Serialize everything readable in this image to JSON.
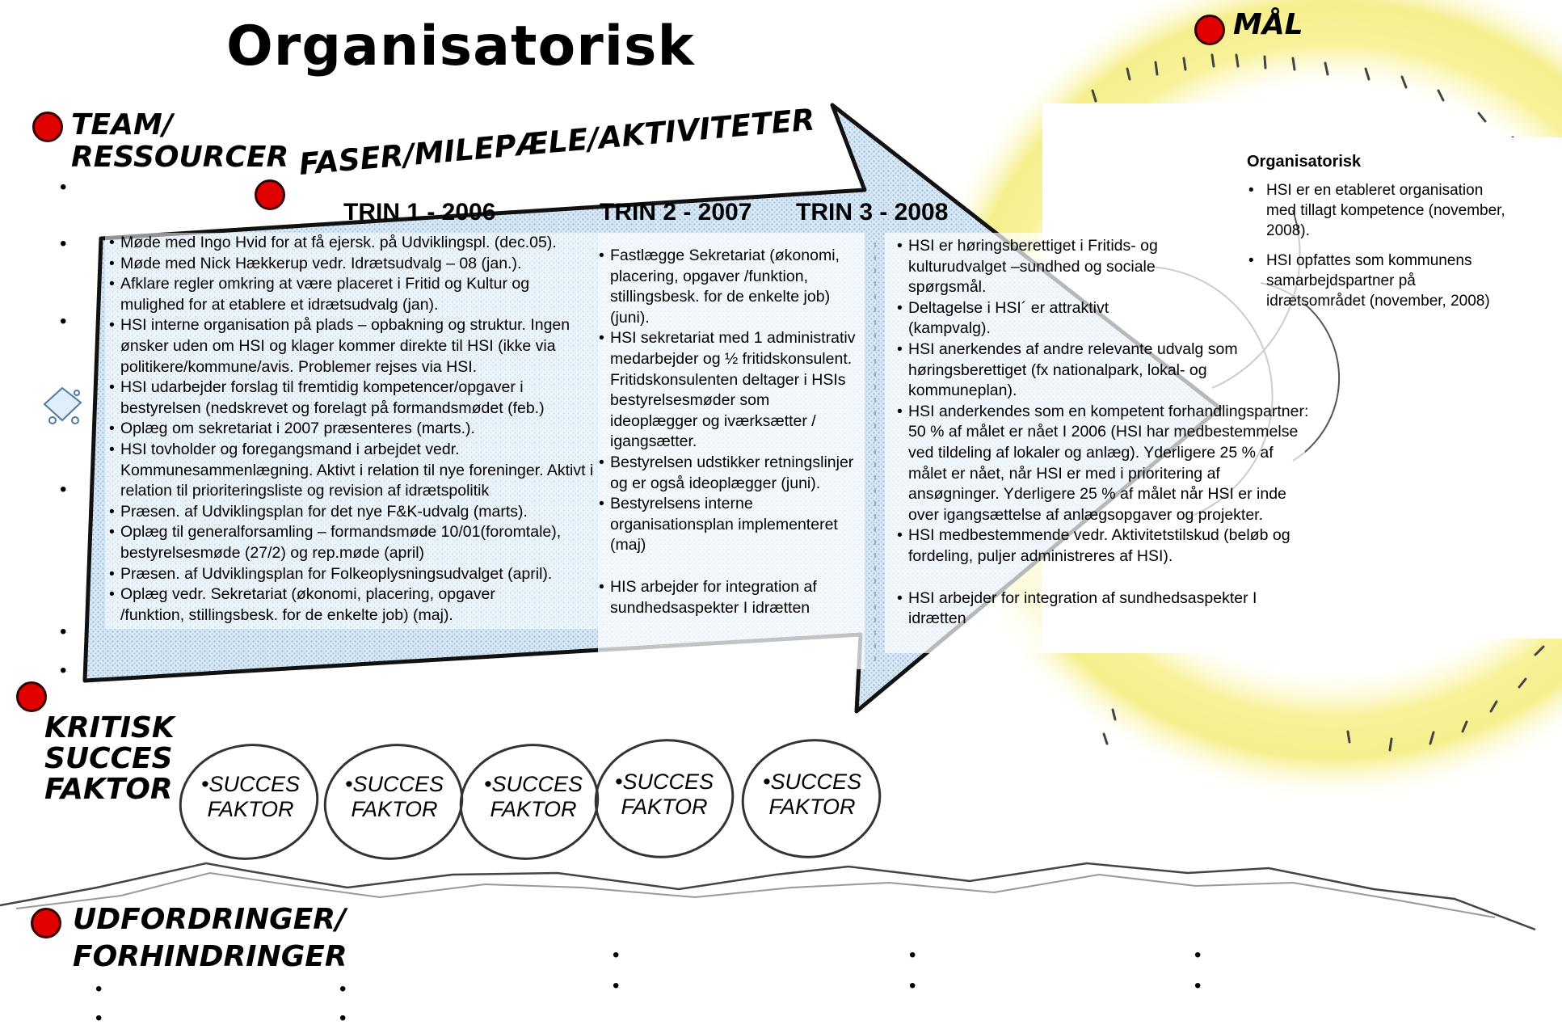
{
  "title": "Organisatorisk",
  "sections": {
    "team": "TEAM/\nRESSOURCER",
    "faser": "FASER/MILEPÆLE/AKTIVITETER",
    "kritisk": "KRITISK\nSUCCES\nFAKTOR",
    "udfordringer": "UDFORDRINGER/\nFORHINDRINGER",
    "maal": "MÅL"
  },
  "bullet_glyph": "•",
  "trin": [
    "TRIN 1 - 2006",
    "TRIN 2 - 2007",
    "TRIN 3 - 2008"
  ],
  "trin1_items": [
    "Møde med Ingo Hvid for at få ejersk. på Udviklingspl. (dec.05).",
    "Møde med Nick Hækkerup vedr. Idrætsudvalg – 08 (jan.).",
    "Afklare regler omkring at være placeret i Fritid og Kultur og mulighed for at etablere et idrætsudvalg (jan).",
    "HSI interne organisation på plads – opbakning og struktur. Ingen ønsker uden om HSI og klager kommer direkte til HSI (ikke via politikere/kommune/avis. Problemer rejses via HSI.",
    "HSI udarbejder forslag til fremtidig kompetencer/opgaver i bestyrelsen (nedskrevet og forelagt på formandsmødet (feb.)",
    "Oplæg om sekretariat i 2007 præsenteres (marts.).",
    "HSI tovholder og foregangsmand i arbejdet vedr. Kommunesammenlægning. Aktivt i relation til nye foreninger. Aktivt i relation til prioriteringsliste og revision af idrætspolitik",
    "Præsen. af Udviklingsplan for det nye F&K-udvalg (marts).",
    "Oplæg til generalforsamling – formandsmøde 10/01(foromtale), bestyrelsesmøde (27/2) og rep.møde (april)",
    "Præsen. af Udviklingsplan for Folkeoplysningsudvalget (april).",
    "Oplæg vedr. Sekretariat (økonomi, placering, opgaver /funktion, stillingsbesk. for de enkelte job) (maj)."
  ],
  "trin2_items": [
    "Fastlægge Sekretariat (økonomi, placering, opgaver /funktion, stillingsbesk. for de enkelte job) (juni).",
    "HSI sekretariat med 1 administrativ medarbejder og ½ fritidskonsulent. Fritidskonsulenten deltager i HSIs bestyrelsesmøder som ideoplægger og iværksætter / igangsætter.",
    "Bestyrelsen udstikker retningslinjer og er også ideoplægger (juni).",
    "Bestyrelsens interne organisationsplan implementeret (maj)",
    "HIS arbejder for integration af sundhedsaspekter I idrætten"
  ],
  "trin3_items": [
    "HSI er høringsberettiget i Fritids- og kulturudvalget –sundhed og sociale spørgsmål.",
    "Deltagelse i HSI´ er attraktivt (kampvalg).",
    "HSI anerkendes af andre relevante udvalg som høringsberettiget (fx nationalpark, lokal- og kommuneplan).",
    "HSI anderkendes som en kompetent forhandlingspartner: 50 % af målet er nået I 2006 (HSI har medbestemmelse ved tildeling af lokaler og anlæg). Yderligere 25 % af målet er nået, når HSI er med i prioritering af ansøgninger. Yderligere 25 % af målet når HSI er inde over igangsættelse af anlægsopgaver og projekter.",
    "HSI medbestemmende vedr. Aktivitetstilskud (beløb og fordeling, puljer administreres af HSI).",
    "HSI arbejder for integration af sundhedsaspekter I idrætten"
  ],
  "goal": {
    "heading": "Organisatorisk",
    "items": [
      "HSI er en etableret organisation med tillagt kompetence (november, 2008).",
      "HSI opfattes som kommunens samarbejdspartner på idrætsområdet (november, 2008)"
    ]
  },
  "succes_faktor": [
    {
      "line1": "SUCCES",
      "line2": "FAKTOR"
    },
    {
      "line1": "SUCCES",
      "line2": "FAKTOR"
    },
    {
      "line1": "SUCCES",
      "line2": "FAKTOR"
    },
    {
      "line1": "SUCCES",
      "line2": "FAKTOR"
    },
    {
      "line1": "SUCCES",
      "line2": "FAKTOR"
    }
  ],
  "colors": {
    "arrow_fill": "#cfe3f3",
    "arrow_dots": "#9fc3e0",
    "dot_red": "#e00000",
    "sun_yellow": "#f6ee86"
  }
}
